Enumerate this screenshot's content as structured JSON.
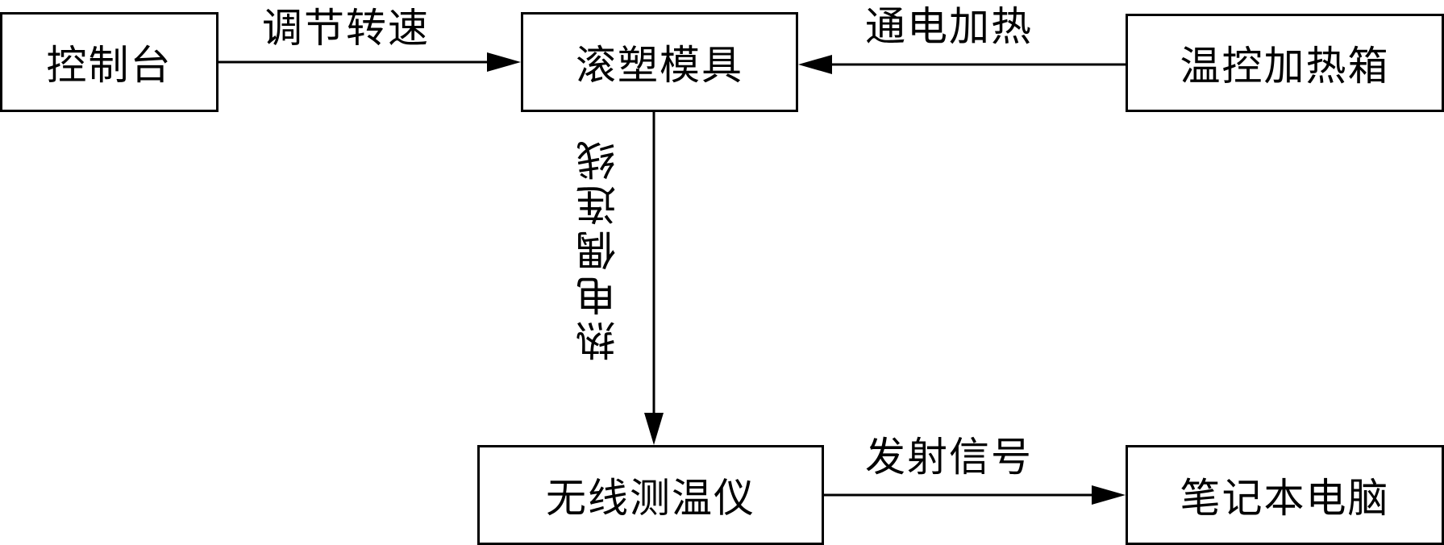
{
  "nodes": {
    "console": "控制台",
    "mold": "滚塑模具",
    "heating_box": "温控加热箱",
    "thermometer": "无线测温仪",
    "laptop": "笔记本电脑"
  },
  "edges": {
    "adjust_speed": "调节转速",
    "power_heating": "通电加热",
    "thermocouple": "热电偶连线",
    "send_signal": "发射信号"
  }
}
